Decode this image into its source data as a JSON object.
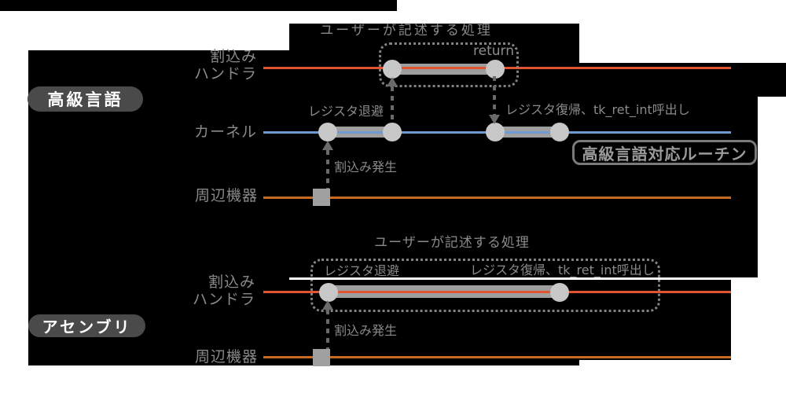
{
  "top": {
    "user_process_label": "ユーザーが記述する処理",
    "return_label": "return",
    "lane_handler_line1": "割込み",
    "lane_handler_line2": "ハンドラ",
    "badge": "高級言語",
    "lane_kernel": "カーネル",
    "lane_peripheral": "周辺機器",
    "register_save": "レジスタ退避",
    "register_restore": "レジスタ復帰、tk_ret_int呼出し",
    "interrupt_occurs": "割込み発生",
    "routine_box": "高級言語対応ルーチン"
  },
  "bottom": {
    "user_process_label": "ユーザーが記述する処理",
    "badge": "アセンブリ",
    "lane_handler_line1": "割込み",
    "lane_handler_line2": "ハンドラ",
    "lane_peripheral": "周辺機器",
    "register_save": "レジスタ退避",
    "register_restore": "レジスタ復帰、tk_ret_int呼出し",
    "interrupt_occurs": "割込み発生"
  },
  "colors": {
    "background": "#ffffff",
    "panel_black": "#000000",
    "handler_line": "#e2532f",
    "kernel_line": "#6f9ad2",
    "peripheral_line": "#c76b24",
    "bar_gray": "#9e9e9e",
    "node_gray": "#c7c7c7",
    "text_gray": "#8a8a8a",
    "badge_bg": "#4a4a4a",
    "badge_text": "#ffffff"
  }
}
